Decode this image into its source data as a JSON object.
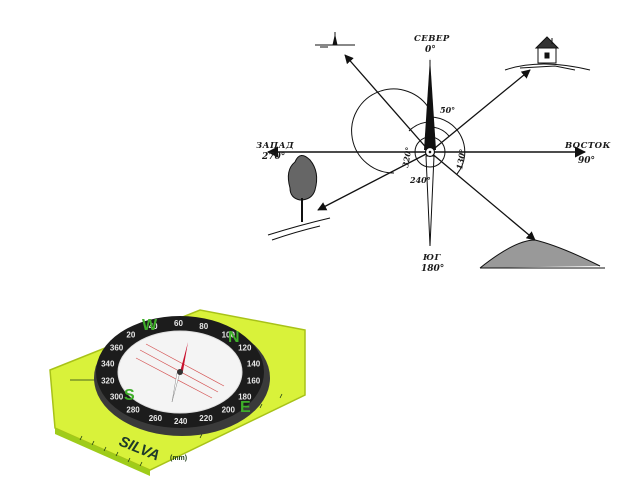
{
  "diagram": {
    "north": {
      "name": "СЕВЕР",
      "deg": "0°"
    },
    "east": {
      "name": "ВОСТОК",
      "deg": "90°"
    },
    "south": {
      "name": "ЮГ",
      "deg": "180°"
    },
    "west": {
      "name": "ЗАПАД",
      "deg": "270°"
    },
    "angles": {
      "a50": "50°",
      "a130": "130°",
      "a240": "240°",
      "a320": "320°"
    }
  },
  "compass": {
    "brand": "SILVA",
    "cardinals": {
      "n": "N",
      "e": "E",
      "s": "S",
      "w": "W"
    },
    "dial_numbers": [
      "20",
      "40",
      "60",
      "80",
      "100",
      "120",
      "140",
      "160",
      "180",
      "200",
      "220",
      "240",
      "260",
      "280",
      "300",
      "320",
      "340",
      "360"
    ],
    "ruler_label": "(mm)",
    "colors": {
      "baseplate": "#d9f23a",
      "bezel": "#1c1c1c",
      "needle_red": "#c8102e",
      "card_green": "#3fae2a"
    }
  }
}
